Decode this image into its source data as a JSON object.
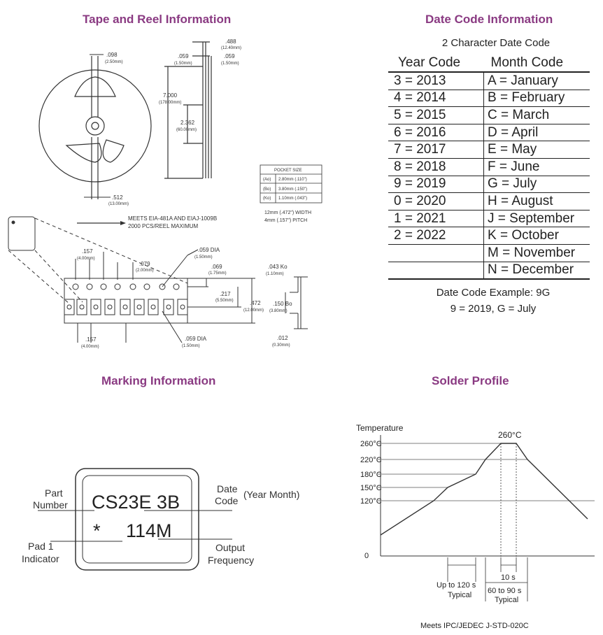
{
  "titles": {
    "tape_reel": "Tape and Reel Information",
    "date_code": "Date Code Information",
    "marking": "Marking Information",
    "solder": "Solder Profile"
  },
  "tape_reel": {
    "dim_098": ".098",
    "dim_098_mm": "(2.50mm)",
    "dim_512": ".512",
    "dim_512_mm": "(13.00mm)",
    "dim_059a": ".059",
    "dim_059a_mm": "(1.50mm)",
    "dim_488": ".488",
    "dim_488_mm": "(12.40mm)",
    "dim_059b": ".059",
    "dim_059b_mm": "(1.50mm)",
    "dim_7000": "7.000",
    "dim_7000_mm": "(178.00mm)",
    "dim_2362": "2.362",
    "dim_2362_mm": "(60.00mm)",
    "pocket_title": "POCKET SIZE",
    "pocket_rows": [
      {
        "code": "(Ao)",
        "value": "2.80mm (.110\")"
      },
      {
        "code": "(Bo)",
        "value": "3.80mm (.150\")"
      },
      {
        "code": "(Ko)",
        "value": "1.10mm (.043\")"
      }
    ],
    "width_note_1": "12mm (.472\") WIDTH",
    "width_note_2": "4mm (.157\") PITCH",
    "meets_1": "MEETS EIA-481A AND EIAJ-1009B",
    "meets_2": "2000 PCS/REEL MAXIMUM",
    "dim_157a": ".157",
    "dim_157a_mm": "(4.00mm)",
    "dim_059dia_a": ".059 DIA",
    "dim_059dia_a_mm": "(1.50mm)",
    "dim_079": ".079",
    "dim_079_mm": "(2.00mm)",
    "dim_069": ".069",
    "dim_069_mm": "(1.75mm)",
    "dim_217": ".217",
    "dim_217_mm": "(5.50mm)",
    "dim_472": ".472",
    "dim_472_mm": "(12.00mm)",
    "dim_150": ".150 Bo",
    "dim_150_mm": "(3.80mm)",
    "dim_043": ".043 Ko",
    "dim_043_mm": "(1.10mm)",
    "dim_012": ".012",
    "dim_012_mm": "(0.30mm)",
    "dim_157b": ".157",
    "dim_157b_mm": "(4.00mm)",
    "dim_059dia_b": ".059 DIA",
    "dim_059dia_b_mm": "(1.50mm)"
  },
  "date_code": {
    "subtitle": "2 Character Date Code",
    "col_year": "Year Code",
    "col_month": "Month Code",
    "rows": [
      {
        "year": "3 = 2013",
        "month": "A = January"
      },
      {
        "year": "4 = 2014",
        "month": "B = February"
      },
      {
        "year": "5 = 2015",
        "month": "C = March"
      },
      {
        "year": "6 = 2016",
        "month": "D = April"
      },
      {
        "year": "7 = 2017",
        "month": "E = May"
      },
      {
        "year": "8 = 2018",
        "month": "F = June"
      },
      {
        "year": "9 = 2019",
        "month": "G = July"
      },
      {
        "year": "0 = 2020",
        "month": "H = August"
      },
      {
        "year": "1 = 2021",
        "month": "J = September"
      },
      {
        "year": "2 = 2022",
        "month": "K = October"
      },
      {
        "year": "",
        "month": "M = November"
      },
      {
        "year": "",
        "month": "N = December"
      }
    ],
    "example_label": "Date Code Example: 9G",
    "example_value": "9 = 2019, G = July"
  },
  "marking": {
    "line1": "CS23E 3B",
    "line2_star": "*",
    "line2_freq": "114M",
    "part_1": "Part",
    "part_2": "Number",
    "date_1": "Date",
    "date_2": "Code",
    "date_3": "(Year Month)",
    "pad_1": "Pad 1",
    "pad_2": "Indicator",
    "output_1": "Output",
    "output_2": "Frequency"
  },
  "solder": {
    "y_title": "Temperature",
    "y_ticks": [
      "260°C",
      "220°C",
      "180°C",
      "150°C",
      "120°C",
      "0"
    ],
    "peak_label": "260°C",
    "label_120s_1": "Up to 120 s",
    "label_120s_2": "Typical",
    "label_10s": "10 s",
    "label_6090_1": "60 to 90 s",
    "label_6090_2": "Typical",
    "standard": "Meets IPC/JEDEC J-STD-020C"
  }
}
